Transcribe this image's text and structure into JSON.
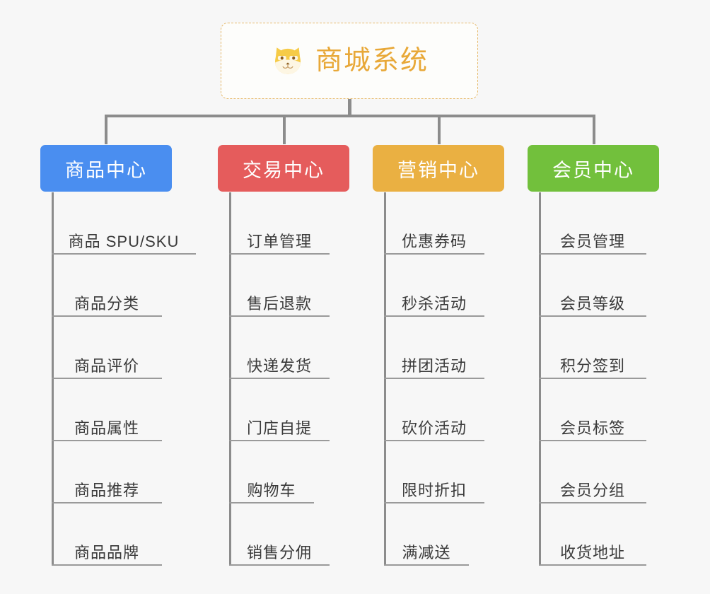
{
  "diagram": {
    "background_color": "#f7f7f7",
    "connector_color": "#8c8c8c",
    "root": {
      "title": "商城系统",
      "icon": "shiba-dog-face-icon",
      "title_color": "#e8a838",
      "border_color": "#e6b96a"
    },
    "categories": [
      {
        "label": "商品中心",
        "color": "#4a8ef0",
        "items": [
          "商品 SPU/SKU",
          "商品分类",
          "商品评价",
          "商品属性",
          "商品推荐",
          "商品品牌"
        ]
      },
      {
        "label": "交易中心",
        "color": "#e55c5c",
        "items": [
          "订单管理",
          "售后退款",
          "快递发货",
          "门店自提",
          "购物车",
          "销售分佣"
        ]
      },
      {
        "label": "营销中心",
        "color": "#eab042",
        "items": [
          "优惠券码",
          "秒杀活动",
          "拼团活动",
          "砍价活动",
          "限时折扣",
          "满减送"
        ]
      },
      {
        "label": "会员中心",
        "color": "#72c03c",
        "items": [
          "会员管理",
          "会员等级",
          "积分签到",
          "会员标签",
          "会员分组",
          "收货地址"
        ]
      }
    ]
  }
}
